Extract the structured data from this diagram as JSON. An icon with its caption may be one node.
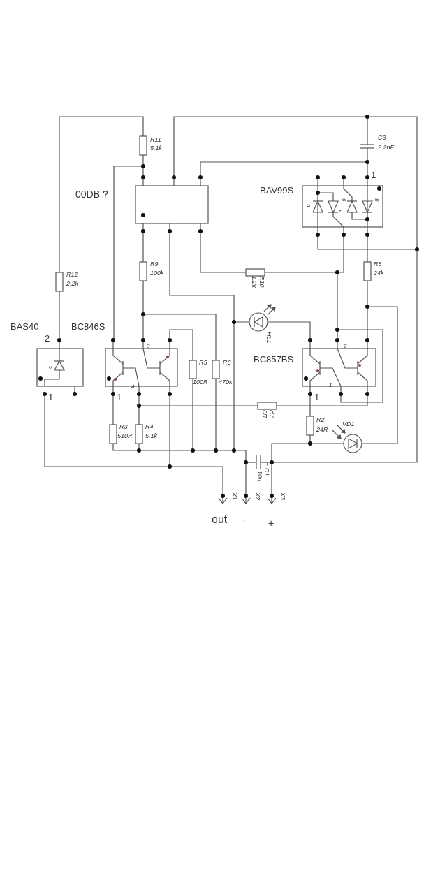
{
  "diagram": {
    "labels": [
      "R11",
      "5.1k",
      "C3",
      "2.2nF",
      "00DB ?",
      "BAV99S",
      "1",
      "5",
      "7",
      "6",
      "8",
      "R12",
      "2.2k",
      "R9",
      "100k",
      "1.2k",
      "R10",
      "R8",
      "24k",
      "BAS40",
      "BC846S",
      "2",
      "HL1",
      "3",
      "BC857BS",
      "2",
      "5",
      "R5",
      "100R",
      "R6",
      "470k",
      "4",
      "1",
      "1",
      "1",
      "1",
      "0R",
      "R7",
      "R3",
      "510R",
      "R4",
      "5.1k",
      "R2",
      "24R",
      "VD1",
      "10µ",
      "+",
      "C1",
      "X1",
      "X2",
      "X3",
      "out",
      "-",
      "+"
    ]
  }
}
